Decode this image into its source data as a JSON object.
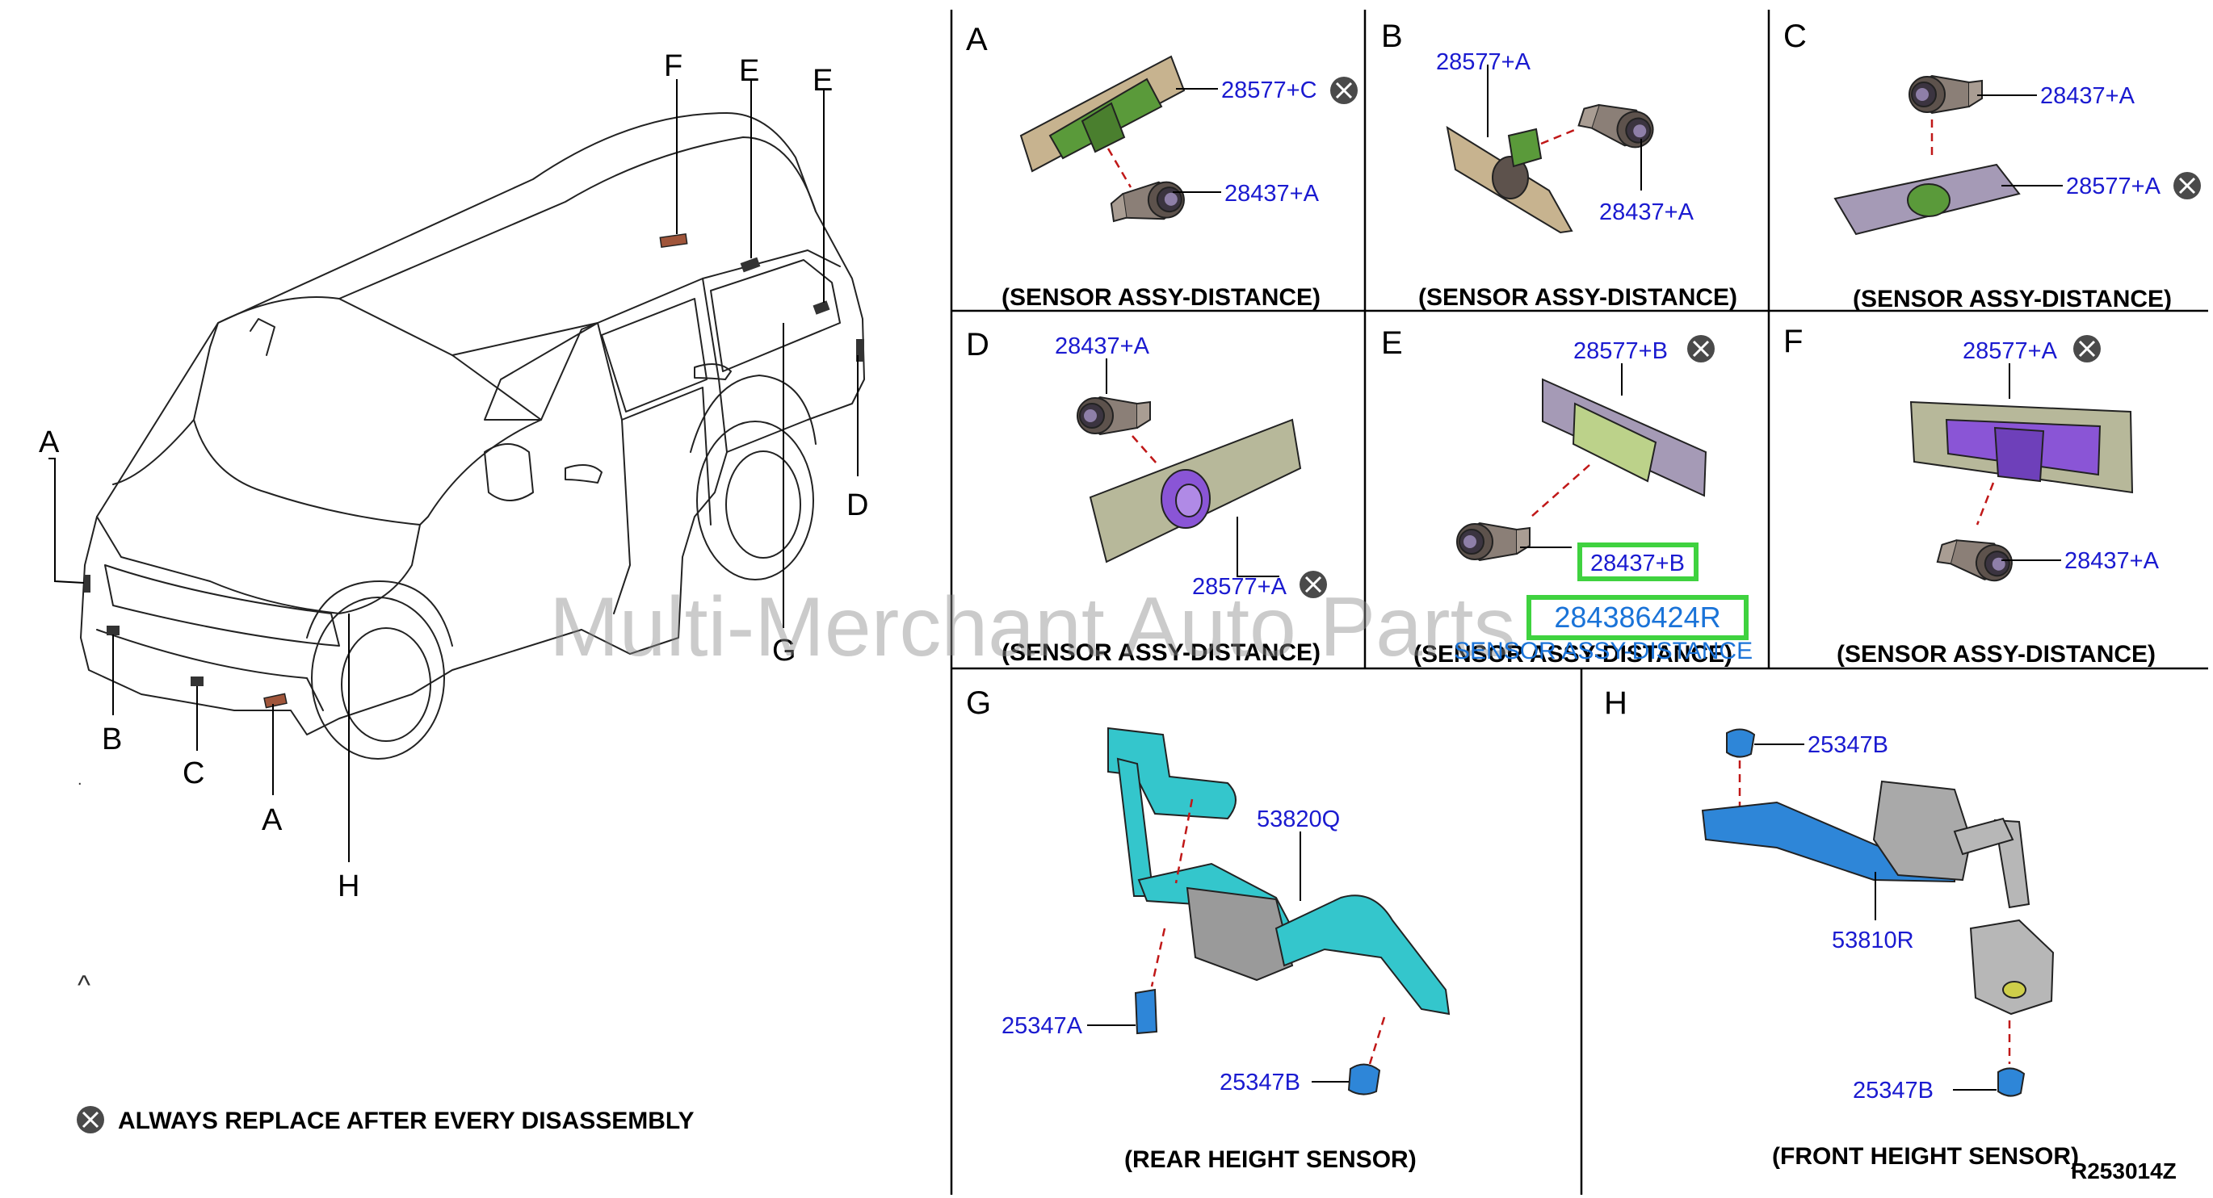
{
  "watermark": "Multi-Merchant Auto Parts",
  "diagram_code": "R253014Z",
  "legend": {
    "icon": "replace-mark-icon",
    "text": "ALWAYS REPLACE AFTER EVERY DISASSEMBLY"
  },
  "vehicle": {
    "location_labels": [
      "F",
      "E",
      "E",
      "A",
      "D",
      "G",
      "B",
      "C",
      "A",
      "H"
    ],
    "small_marks": [
      "^",
      "."
    ]
  },
  "panels": [
    {
      "letter": "A",
      "parts": [
        {
          "number": "28577+C",
          "replace": true
        },
        {
          "number": "28437+A",
          "replace": false
        }
      ],
      "caption": "(SENSOR ASSY-DISTANCE)"
    },
    {
      "letter": "B",
      "parts": [
        {
          "number": "28577+A",
          "replace": false
        },
        {
          "number": "28437+A",
          "replace": false
        }
      ],
      "caption": "(SENSOR ASSY-DISTANCE)"
    },
    {
      "letter": "C",
      "parts": [
        {
          "number": "28437+A",
          "replace": false
        },
        {
          "number": "28577+A",
          "replace": true
        }
      ],
      "caption": "(SENSOR ASSY-DISTANCE)"
    },
    {
      "letter": "D",
      "parts": [
        {
          "number": "28437+A",
          "replace": false
        },
        {
          "number": "28577+A",
          "replace": true
        }
      ],
      "caption": "(SENSOR ASSY-DISTANCE)"
    },
    {
      "letter": "E",
      "parts": [
        {
          "number": "28577+B",
          "replace": true
        },
        {
          "number": "28437+B",
          "replace": false
        }
      ],
      "caption": "(SENSOR ASSY-DISTANCE)"
    },
    {
      "letter": "F",
      "parts": [
        {
          "number": "28577+A",
          "replace": true
        },
        {
          "number": "28437+A",
          "replace": false
        }
      ],
      "caption": "(SENSOR ASSY-DISTANCE)"
    },
    {
      "letter": "G",
      "parts": [
        {
          "number": "53820Q",
          "replace": false
        },
        {
          "number": "25347A",
          "replace": false
        },
        {
          "number": "25347B",
          "replace": false
        }
      ],
      "caption": "(REAR HEIGHT SENSOR)"
    },
    {
      "letter": "H",
      "parts": [
        {
          "number": "25347B",
          "replace": false
        },
        {
          "number": "53810R",
          "replace": false
        },
        {
          "number": "25347B",
          "replace": false
        }
      ],
      "caption": "(FRONT HEIGHT SENSOR)"
    }
  ],
  "highlight": {
    "part_number": "284386424R",
    "overlay_caption": "SENSOR ASSY-DISTANCE"
  },
  "colors": {
    "part_label": "#1a1ad0",
    "highlight_box": "#3fd23f",
    "highlight_text": "#1a73d8",
    "bracket_green": "#5a9a3a",
    "bracket_tan": "#c7b38f",
    "holder_purple": "#8a55d6",
    "sensor_grey": "#7d7068",
    "height_sensor_cyan": "#34c6cc",
    "height_sensor_blue": "#2e86d8",
    "dash_line": "#c01818"
  }
}
